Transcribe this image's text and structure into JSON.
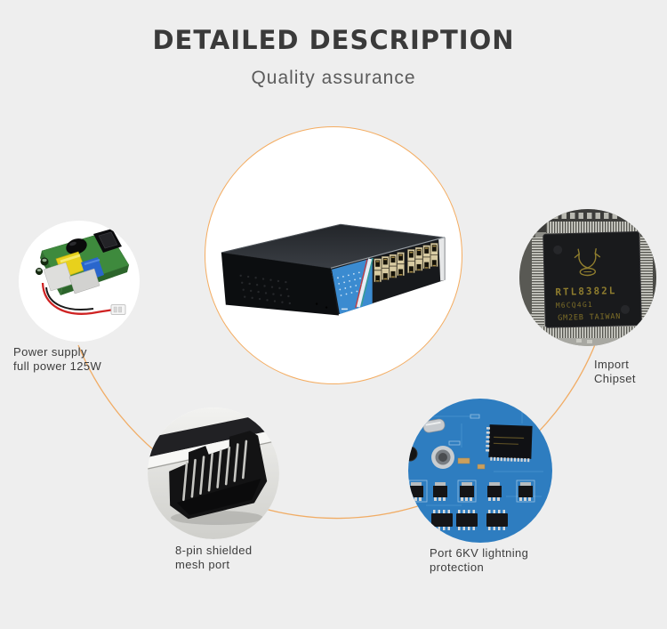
{
  "header": {
    "title": "DETAILED DESCRIPTION",
    "subtitle": "Quality assurance"
  },
  "features": {
    "power_supply": {
      "line1": "Power supply",
      "line2": "full power 125W"
    },
    "mesh_port": {
      "line1": "8-pin shielded",
      "line2": "mesh port"
    },
    "lightning_protection": {
      "line1": "Port 6KV lightning",
      "line2": "protection"
    },
    "import_chipset": {
      "line1": "Import Chipset"
    }
  },
  "chip_markings": {
    "line1": "RTL8382L",
    "line2": "M6CQ4G1",
    "line3": "GM2EB TAIWAN"
  },
  "photos": {
    "hero": "network-switch-16-port",
    "left": "power-supply-board",
    "bottom_left": "rj45-shielded-port-closeup",
    "bottom_right": "blue-pcb-lightning-protection",
    "right": "import-chipset-closeup"
  },
  "colors": {
    "background": "#eeeeee",
    "arc": "#f0a85c",
    "hero_border": "#f4ac60",
    "title_text": "#3a3a3a",
    "subtitle_text": "#5c5c5c",
    "label_text": "#3c3c3c",
    "panel_blue": "#3b8bd0",
    "pcb_blue": "#2e7dc0",
    "board_green": "#3e8a3d",
    "chip_text_gold": "#8f7d2e"
  }
}
